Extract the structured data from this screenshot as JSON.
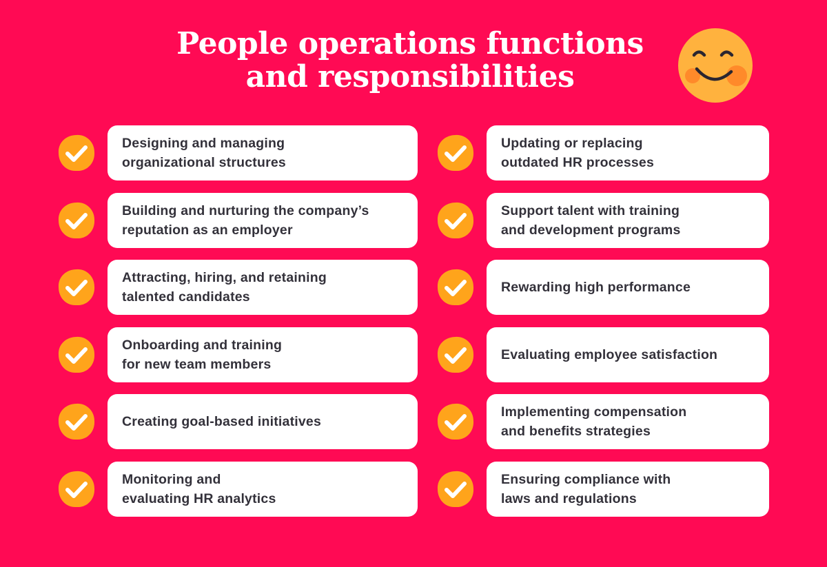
{
  "title": {
    "line1": "People operations functions",
    "line2": "and responsibilities"
  },
  "icons": {
    "check": "check-circle-icon",
    "smiley": "smiley-face-icon"
  },
  "colors": {
    "background": "#FF0A54",
    "card": "#FFFFFF",
    "text": "#33313A",
    "check_fill": "#FFA41B",
    "smiley_fill": "#FFB23E",
    "smiley_cheek": "#FF8A2A"
  },
  "left_items": [
    "Designing and managing\norganizational structures",
    "Building and nurturing the company’s\nreputation as an employer",
    "Attracting, hiring, and retaining\ntalented candidates",
    "Onboarding and training\nfor new team members",
    "Creating goal-based initiatives",
    "Monitoring and\nevaluating HR analytics"
  ],
  "right_items": [
    "Updating or replacing\noutdated HR processes",
    "Support talent with training\nand development programs",
    "Rewarding high performance",
    "Evaluating employee satisfaction",
    "Implementing compensation\nand benefits strategies",
    "Ensuring compliance with\nlaws and regulations"
  ]
}
